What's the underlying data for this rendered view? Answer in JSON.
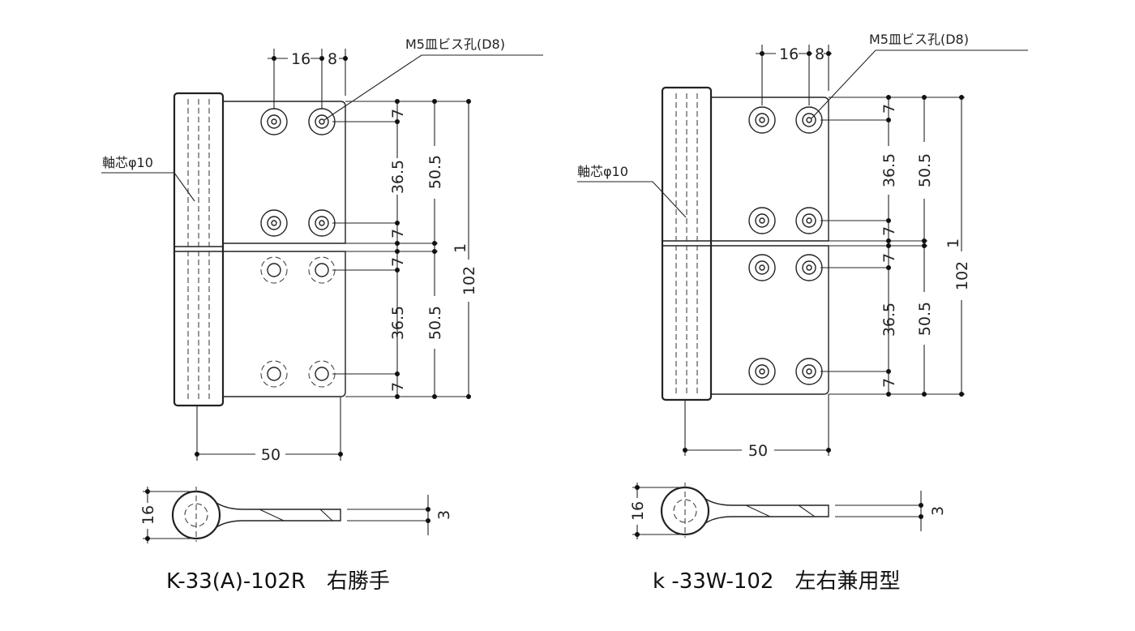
{
  "drawings": [
    {
      "caption": "K-33(A)-102R　右勝手",
      "hole_label": "M5皿ビス孔(D8)",
      "axis_label": "軸芯φ10",
      "dim_top": [
        "16",
        "8"
      ],
      "dim_col1": [
        "7",
        "36.5",
        "7",
        "7",
        "36.5",
        "7"
      ],
      "dim_col2": [
        "50.5",
        "50.5"
      ],
      "dim_gap": "1",
      "dim_total": "102",
      "dim_width": "50",
      "dim_knuckle": "16",
      "dim_thickness": "3"
    },
    {
      "caption": "k -33W-102　左右兼用型",
      "hole_label": "M5皿ビス孔(D8)",
      "axis_label": "軸芯φ10",
      "dim_top": [
        "16",
        "8"
      ],
      "dim_col1": [
        "7",
        "36.5",
        "7",
        "7",
        "36.5",
        "7"
      ],
      "dim_col2": [
        "50.5",
        "50.5"
      ],
      "dim_gap": "1",
      "dim_total": "102",
      "dim_width": "50",
      "dim_knuckle": "16",
      "dim_thickness": "3"
    }
  ]
}
